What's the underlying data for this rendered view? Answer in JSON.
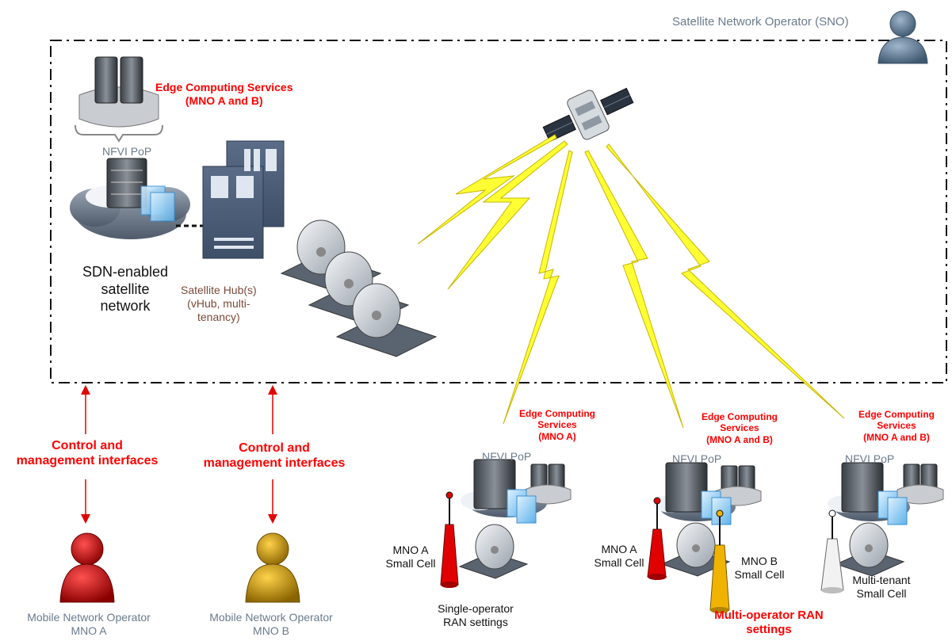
{
  "sno_label": "Satellite Network Operator (SNO)",
  "core": {
    "edge_services": [
      "Edge Computing Services",
      "(MNO A and B)"
    ],
    "nfvi": "NFVI PoP",
    "sdn": [
      "SDN-enabled",
      "satellite",
      "network"
    ],
    "hub": [
      "Satellite Hub(s)",
      "(vHub, multi-",
      "tenancy)"
    ]
  },
  "interfaces": [
    {
      "label": [
        "Control and",
        "management interfaces"
      ]
    },
    {
      "label": [
        "Control and",
        "management interfaces"
      ]
    }
  ],
  "operators": [
    {
      "label": [
        "Mobile Network Operator",
        "MNO A"
      ],
      "color": "#cc0000"
    },
    {
      "label": [
        "Mobile Network Operator",
        "MNO B"
      ],
      "color": "#d9a400"
    }
  ],
  "sites": [
    {
      "edge": [
        "Edge Computing",
        "Services",
        "(MNO A)"
      ],
      "nfvi": "NFVI PoP",
      "cells": [
        [
          "MNO A",
          "Small Cell"
        ]
      ],
      "caption": [
        "Single-operator",
        "RAN settings"
      ]
    },
    {
      "edge": [
        "Edge Computing",
        "Services",
        "(MNO A and B)"
      ],
      "nfvi": "NFVI PoP",
      "cells": [
        [
          "MNO A",
          "Small Cell"
        ],
        [
          "MNO B",
          "Small Cell"
        ]
      ],
      "caption": [
        "Multi-operator RAN",
        "settings"
      ]
    },
    {
      "edge": [
        "Edge Computing",
        "Services",
        "(MNO A and B)"
      ],
      "nfvi": "NFVI PoP",
      "cells": [
        [
          "Multi-tenant",
          "Small Cell"
        ]
      ]
    }
  ],
  "colors": {
    "highlight": "#ff0000",
    "link": "#ffff33",
    "server": "#4a5f7a",
    "cell_a": "#e00000",
    "cell_b": "#f0b400",
    "cell_multi": "#f2f2f2"
  }
}
